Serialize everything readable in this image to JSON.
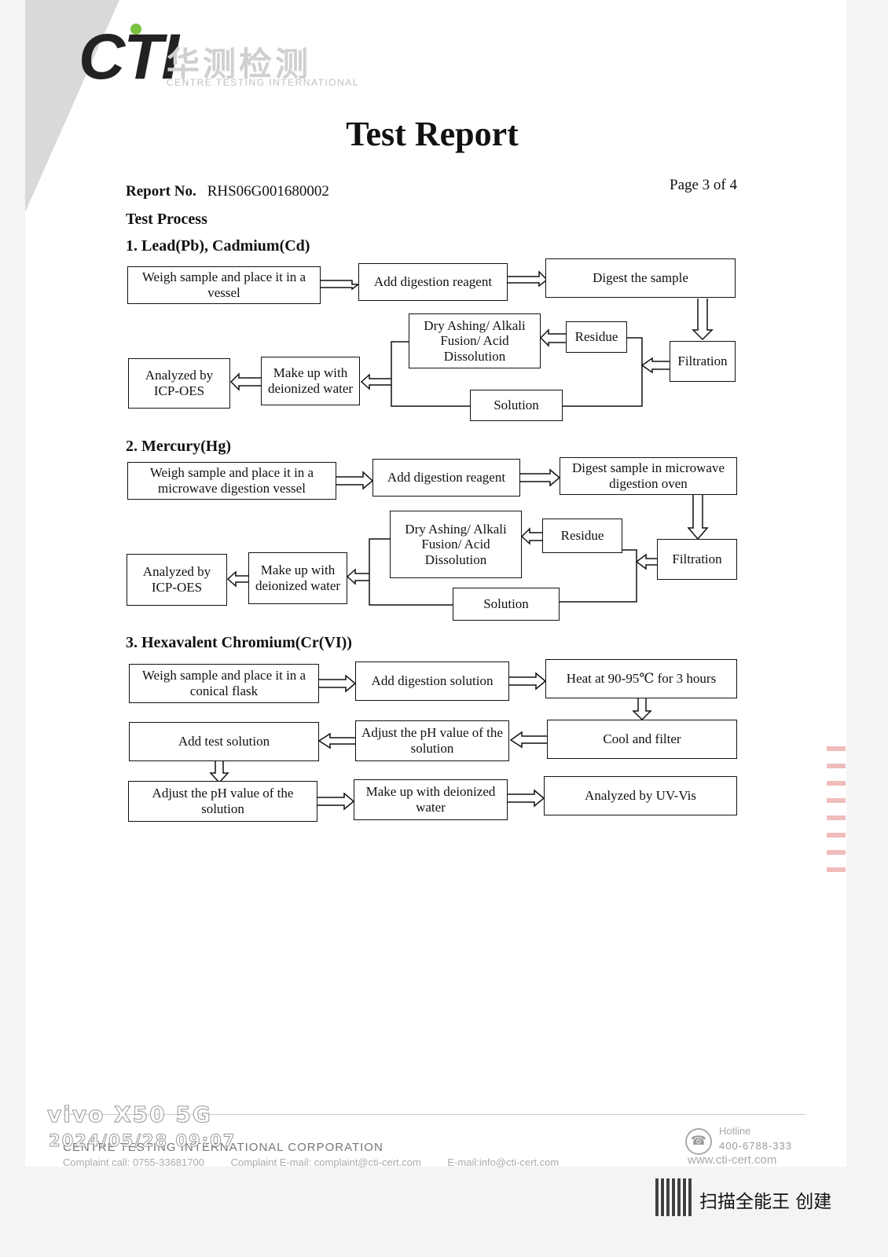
{
  "logo": {
    "brand": "CTI",
    "cn": "华测检测",
    "en": "CENTRE TESTING INTERNATIONAL"
  },
  "title": "Test Report",
  "report_no_label": "Report No.",
  "report_no": "RHS06G001680002",
  "page": "Page 3 of 4",
  "test_process_heading": "Test Process",
  "sections": [
    {
      "heading": "1.    Lead(Pb), Cadmium(Cd)",
      "boxes": {
        "weigh": "Weigh sample and place it in a vessel",
        "add": "Add digestion reagent",
        "digest": "Digest the sample",
        "filtration": "Filtration",
        "residue": "Residue",
        "dry": "Dry Ashing/ Alkali Fusion/ Acid Dissolution",
        "solution": "Solution",
        "makeup": "Make up with deionized water",
        "analyzed": "Analyzed by ICP-OES"
      }
    },
    {
      "heading": "2.    Mercury(Hg)",
      "boxes": {
        "weigh": "Weigh sample and place it in a microwave digestion vessel",
        "add": "Add digestion reagent",
        "digest": "Digest sample in microwave digestion oven",
        "filtration": "Filtration",
        "residue": "Residue",
        "dry": "Dry Ashing/ Alkali Fusion/ Acid Dissolution",
        "solution": "Solution",
        "makeup": "Make up with deionized water",
        "analyzed": "Analyzed by ICP-OES"
      }
    },
    {
      "heading": "3.    Hexavalent Chromium(Cr(VI))",
      "boxes": {
        "weigh": "Weigh sample and place it in a conical flask",
        "add": "Add digestion solution",
        "heat": "Heat at 90-95℃  for 3 hours",
        "cool": "Cool and filter",
        "adjust1": "Adjust the pH value of the solution",
        "addtest": "Add test solution",
        "adjust2": "Adjust the pH value of the solution",
        "makeup": "Make up with deionized water",
        "analyzed": "Analyzed by UV-Vis"
      }
    }
  ],
  "footer": {
    "corporation": "CENTRE TESTING INTERNATIONAL CORPORATION",
    "complaint_call": "Complaint call: 0755-33681700",
    "complaint_email": "Complaint E-mail: complaint@cti-cert.com",
    "email": "E-mail:info@cti-cert.com",
    "hotline_label": "Hotline",
    "hotline": "400-6788-333",
    "website": "www.cti-cert.com"
  },
  "watermark": {
    "brand": "vivo X50 5G",
    "datetime": "2024/05/28 09:07"
  },
  "scan_app": "扫描全能王 创建"
}
